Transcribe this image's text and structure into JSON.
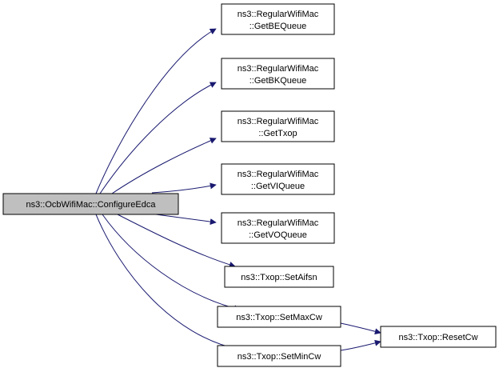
{
  "colors": {
    "edge": "#191970",
    "source_fill": "#bfbfbf",
    "node_fill": "#ffffff",
    "border": "#000000"
  },
  "nodes": {
    "configure_edca": {
      "label": "ns3::OcbWifiMac::ConfigureEdca"
    },
    "get_be_queue": {
      "line1": "ns3::RegularWifiMac",
      "line2": "::GetBEQueue"
    },
    "get_bk_queue": {
      "line1": "ns3::RegularWifiMac",
      "line2": "::GetBKQueue"
    },
    "get_txop": {
      "line1": "ns3::RegularWifiMac",
      "line2": "::GetTxop"
    },
    "get_vi_queue": {
      "line1": "ns3::RegularWifiMac",
      "line2": "::GetVIQueue"
    },
    "get_vo_queue": {
      "line1": "ns3::RegularWifiMac",
      "line2": "::GetVOQueue"
    },
    "set_aifsn": {
      "label": "ns3::Txop::SetAifsn"
    },
    "set_max_cw": {
      "label": "ns3::Txop::SetMaxCw"
    },
    "set_min_cw": {
      "label": "ns3::Txop::SetMinCw"
    },
    "reset_cw": {
      "label": "ns3::Txop::ResetCw"
    }
  },
  "edges": [
    {
      "from": "configure_edca",
      "to": "get_be_queue"
    },
    {
      "from": "configure_edca",
      "to": "get_bk_queue"
    },
    {
      "from": "configure_edca",
      "to": "get_txop"
    },
    {
      "from": "configure_edca",
      "to": "get_vi_queue"
    },
    {
      "from": "configure_edca",
      "to": "get_vo_queue"
    },
    {
      "from": "configure_edca",
      "to": "set_aifsn"
    },
    {
      "from": "configure_edca",
      "to": "set_max_cw"
    },
    {
      "from": "configure_edca",
      "to": "set_min_cw"
    },
    {
      "from": "set_max_cw",
      "to": "reset_cw"
    },
    {
      "from": "set_min_cw",
      "to": "reset_cw"
    }
  ]
}
